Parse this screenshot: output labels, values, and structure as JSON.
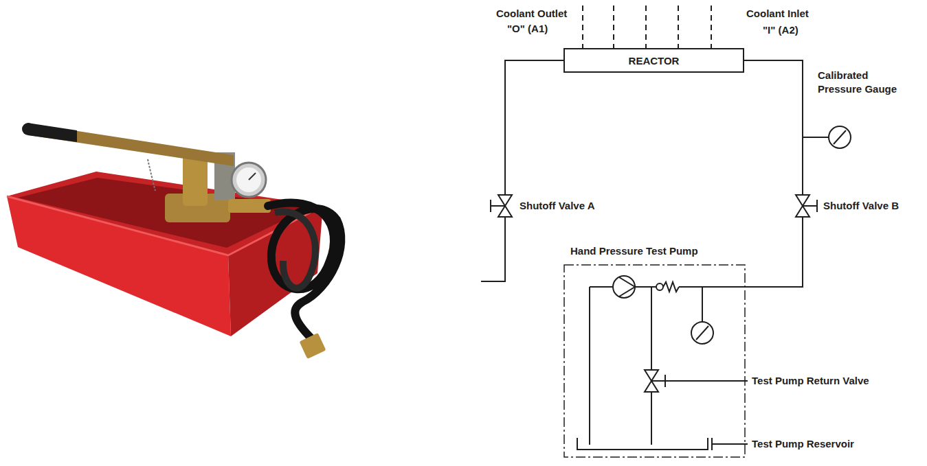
{
  "diagram": {
    "nodes": [
      {
        "text": [
          "REACTOR"
        ]
      },
      {
        "text": [
          "Hand Pressure Test Pump"
        ]
      }
    ],
    "edges": [
      {
        "from": 0,
        "to": 1,
        "arrow": "none"
      }
    ],
    "labels": [
      "Coolant Outlet",
      "\"O\" (A1)",
      "Coolant Inlet",
      "\"I\" (A2)",
      "Calibrated Pressure Gauge",
      "Shutoff Valve A",
      "Shutoff Valve B",
      "Test Pump Return Valve",
      "Test Pump Reservoir"
    ]
  }
}
